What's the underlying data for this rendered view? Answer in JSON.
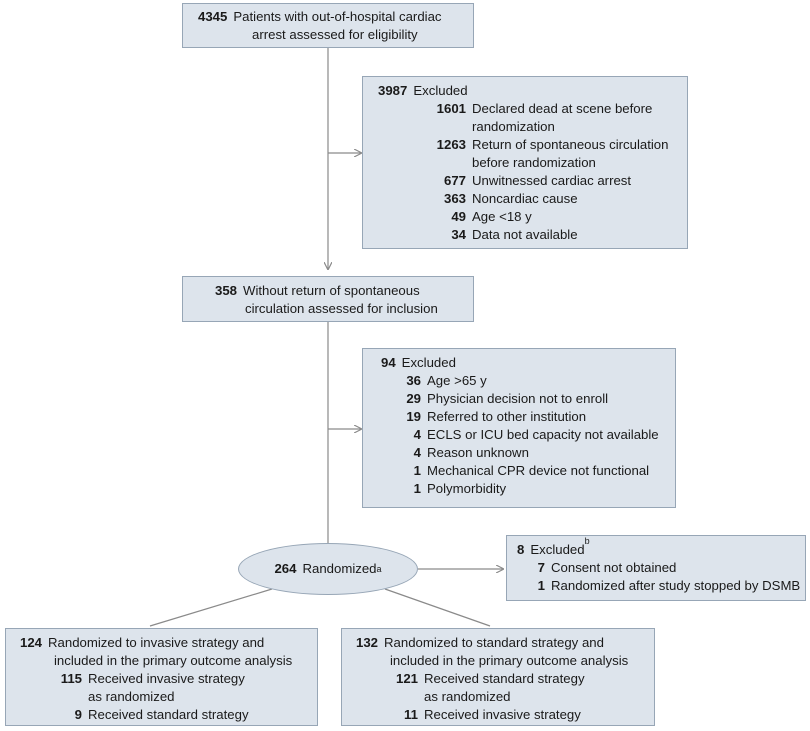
{
  "screening": {
    "count": "4345",
    "line1": "Patients with out-of-hospital cardiac",
    "line2": "arrest assessed for eligibility"
  },
  "excluded_1": {
    "count": "3987",
    "label": "Excluded",
    "reasons": [
      {
        "n": "1601",
        "l1": "Declared dead at scene before",
        "l2": "randomization"
      },
      {
        "n": "1263",
        "l1": "Return of spontaneous circulation",
        "l2": "before randomization"
      },
      {
        "n": "677",
        "l1": "Unwitnessed cardiac arrest",
        "l2": ""
      },
      {
        "n": "363",
        "l1": "Noncardiac cause",
        "l2": ""
      },
      {
        "n": "49",
        "l1": "Age <18 y",
        "l2": ""
      },
      {
        "n": "34",
        "l1": "Data not available",
        "l2": ""
      }
    ]
  },
  "inclusion": {
    "count": "358",
    "line1": "Without return of spontaneous",
    "line2": "circulation assessed for inclusion"
  },
  "excluded_2": {
    "count": "94",
    "label": "Excluded",
    "reasons": [
      {
        "n": "36",
        "l1": "Age >65 y"
      },
      {
        "n": "29",
        "l1": "Physician decision not to enroll"
      },
      {
        "n": "19",
        "l1": "Referred to other institution"
      },
      {
        "n": "4",
        "l1": "ECLS or ICU bed capacity not available"
      },
      {
        "n": "4",
        "l1": "Reason unknown"
      },
      {
        "n": "1",
        "l1": "Mechanical CPR device not functional"
      },
      {
        "n": "1",
        "l1": "Polymorbidity"
      }
    ]
  },
  "randomized": {
    "count": "264",
    "label": "Randomized",
    "sup": "a"
  },
  "excluded_3": {
    "count": "8",
    "label": "Excluded",
    "sup": "b",
    "reasons": [
      {
        "n": "7",
        "l1": "Consent not obtained"
      },
      {
        "n": "1",
        "l1": "Randomized after study stopped by DSMB"
      }
    ]
  },
  "invasive_arm": {
    "count": "124",
    "line1": "Randomized to invasive strategy and",
    "line2": "included in the primary outcome analysis",
    "sub": [
      {
        "n": "115",
        "l1": "Received invasive strategy",
        "l2": "as randomized"
      },
      {
        "n": "9",
        "l1": "Received standard strategy",
        "l2": ""
      }
    ]
  },
  "standard_arm": {
    "count": "132",
    "line1": "Randomized to standard strategy and",
    "line2": "included in the primary outcome analysis",
    "sub": [
      {
        "n": "121",
        "l1": "Received standard strategy",
        "l2": "as randomized"
      },
      {
        "n": "11",
        "l1": "Received invasive strategy",
        "l2": ""
      }
    ]
  }
}
